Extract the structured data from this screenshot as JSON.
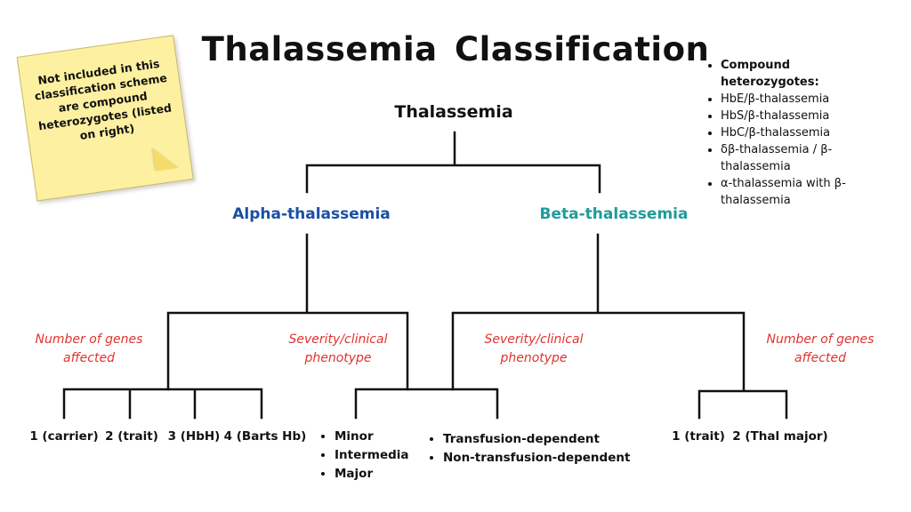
{
  "title": "Thalassemia Classification",
  "root": "Thalassemia",
  "alpha": {
    "label": "Alpha-thalassemia",
    "color": "#1a4fa3"
  },
  "beta": {
    "label": "Beta-thalassemia",
    "color": "#1e9b9b"
  },
  "criteria": {
    "color": "#e0332e",
    "alpha_genes": "Number of genes affected",
    "alpha_severity": "Severity/clinical phenotype",
    "beta_severity": "Severity/clinical phenotype",
    "beta_genes": "Number of genes affected"
  },
  "alpha_gene_leaves": [
    "1 (carrier)",
    "2 (trait)",
    "3 (HbH)",
    "4 (Barts Hb)"
  ],
  "alpha_severity_items": [
    "Minor",
    "Intermedia",
    "Major"
  ],
  "beta_severity_items": [
    "Transfusion-dependent",
    "Non-transfusion-dependent"
  ],
  "beta_gene_leaves": [
    "1 (trait)",
    "2 (Thal major)"
  ],
  "note": {
    "text": "Not included in this classification scheme are compound heterozygotes (listed on right)",
    "bg_color": "#fdf1a1"
  },
  "side_list": {
    "heading": "Compound heterozygotes:",
    "items": [
      "HbE/β-thalassemia",
      "HbS/β-thalassemia",
      "HbC/β-thalassemia",
      "δβ-thalassemia / β-thalassemia",
      "α-thalassemia with β-thalassemia"
    ]
  }
}
